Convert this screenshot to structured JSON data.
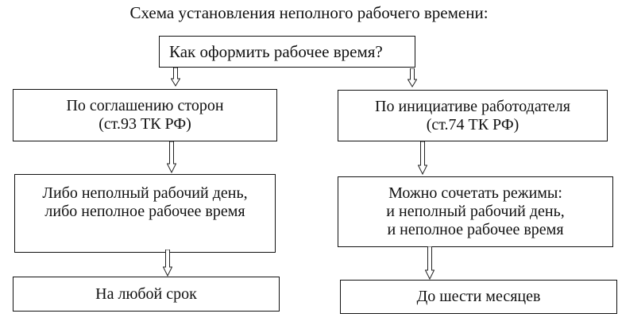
{
  "title": "Схема установления неполного рабочего времени:",
  "root": {
    "label": "Как оформить рабочее время?"
  },
  "branches": [
    {
      "basis": [
        "По соглашению сторон",
        "(ст.93 ТК РФ)"
      ],
      "mode": [
        "Либо неполный рабочий день,",
        "либо неполное рабочее время"
      ],
      "term": "На любой срок"
    },
    {
      "basis": [
        "По инициативе работодателя",
        "(ст.74 ТК РФ)"
      ],
      "mode": [
        "Можно сочетать режимы:",
        "и неполный рабочий день,",
        "и неполное рабочее время"
      ],
      "term": "До шести месяцев"
    }
  ],
  "icons": {
    "connector": "hollow-down-arrow-icon"
  }
}
